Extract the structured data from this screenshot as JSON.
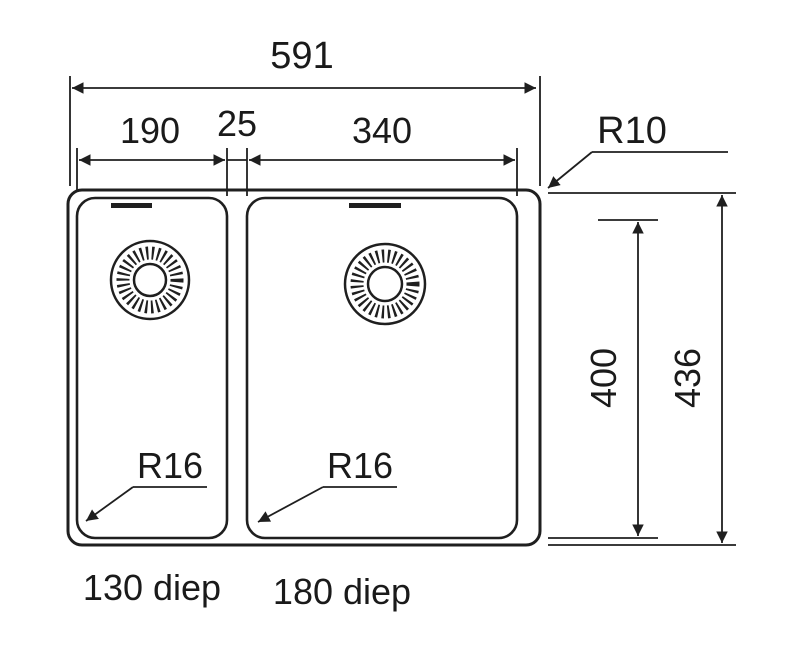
{
  "page": {
    "background_color": "#ffffff",
    "line_color": "#1f1f1f",
    "text_color": "#1a1a1a"
  },
  "drawing": {
    "type": "double-bowl-sink-dimension-diagram",
    "labels": {
      "overall_width": "591",
      "left_bowl_width": "190",
      "center_gap": "25",
      "right_bowl_width": "340",
      "outer_corner_radius": "R10",
      "inner_height": "400",
      "overall_height": "436",
      "left_bowl_corner_radius": "R16",
      "right_bowl_corner_radius": "R16",
      "left_bowl_depth": "130 diep",
      "right_bowl_depth": "180 diep"
    }
  }
}
